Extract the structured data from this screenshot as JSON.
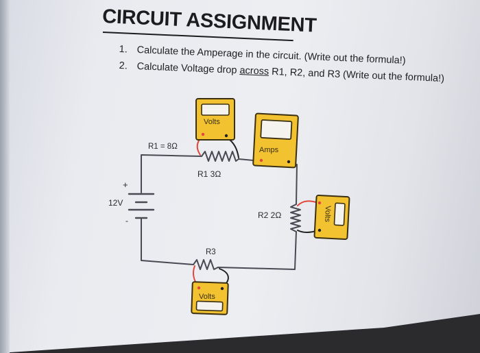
{
  "title": "CIRCUIT ASSIGNMENT",
  "tasks": [
    {
      "number": "1.",
      "text": "Calculate the Amperage in the circuit. (Write out the formula!)"
    },
    {
      "number": "2.",
      "text_before": "Calculate Voltage drop ",
      "text_underlined": "across",
      "text_after": " R1, R2, and R3 (Write out the formula!)"
    }
  ],
  "circuit": {
    "battery_label": "12V",
    "battery_plus": "+",
    "battery_minus": "-",
    "r1_label": "R1 3Ω",
    "r1_note": "R1 = 8Ω",
    "r2_label": "R2 2Ω",
    "r3_label": "R3",
    "meter_volts_top": "Volts",
    "meter_amps": "Amps",
    "meter_volts_right": "Volts",
    "meter_volts_bottom": "Volts",
    "colors": {
      "meter_body": "#f2c230",
      "meter_border": "#3a2f10",
      "wire": "#4a4a52",
      "probe_red": "#e0463a",
      "probe_black": "#222222"
    }
  }
}
